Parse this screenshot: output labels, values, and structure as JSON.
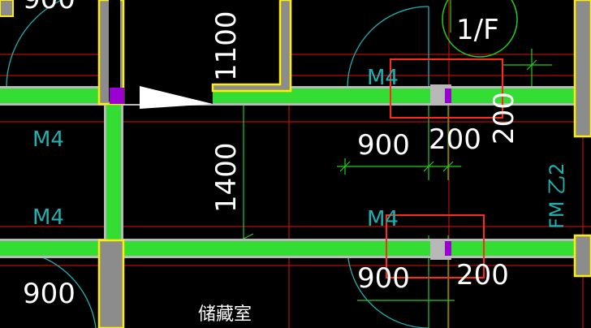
{
  "drawing": {
    "dimensions": {
      "top_left": "900",
      "vertical_1100": "1100",
      "vertical_1400": "1400",
      "mid_900": "900",
      "mid_200": "200",
      "right_200_vertical": "200",
      "bottom_left_900": "900",
      "bottom_mid_900": "900",
      "bottom_200": "200"
    },
    "door_labels": {
      "top_right": "M4",
      "left_upper": "M4",
      "left_lower": "M4",
      "center_lower": "M4"
    },
    "fire_door_label": "FM 乙2",
    "axis_bubble": "1/F",
    "room_name": "储藏室"
  },
  "colors": {
    "background": "#000000",
    "wall_fill": "#33dd33",
    "wall_edge": "#b8b8b8",
    "column": "#8c8c8c",
    "column_outline": "#ffee00",
    "gridline": "#e01010",
    "dimension_line": "#22cc22",
    "door_swing": "#1fb0b0",
    "highlight_box": "#ff2a1a",
    "marker": "#9a00d0"
  }
}
